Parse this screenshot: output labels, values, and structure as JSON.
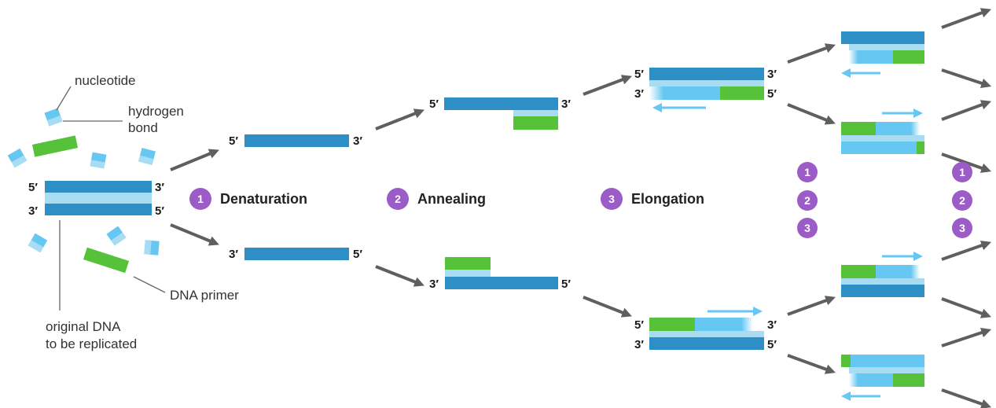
{
  "colors": {
    "dark_strand": "#2d8fc6",
    "light_strand": "#66c7f2",
    "pale_strand": "#a8dcf3",
    "primer": "#55c23a",
    "arrow": "#5f5f5f",
    "badge": "#9c5cc7"
  },
  "labels": {
    "nucleotide": "nucleotide",
    "hydrogen_bond_line1": "hydrogen",
    "hydrogen_bond_line2": "bond",
    "dna_primer": "DNA primer",
    "original_line1": "original DNA",
    "original_line2": "to be replicated"
  },
  "ends": {
    "five": "5′",
    "three": "3′"
  },
  "steps": [
    {
      "number": "1",
      "label": "Denaturation"
    },
    {
      "number": "2",
      "label": "Annealing"
    },
    {
      "number": "3",
      "label": "Elongation"
    }
  ],
  "cycle_badges": [
    "1",
    "2",
    "3"
  ]
}
